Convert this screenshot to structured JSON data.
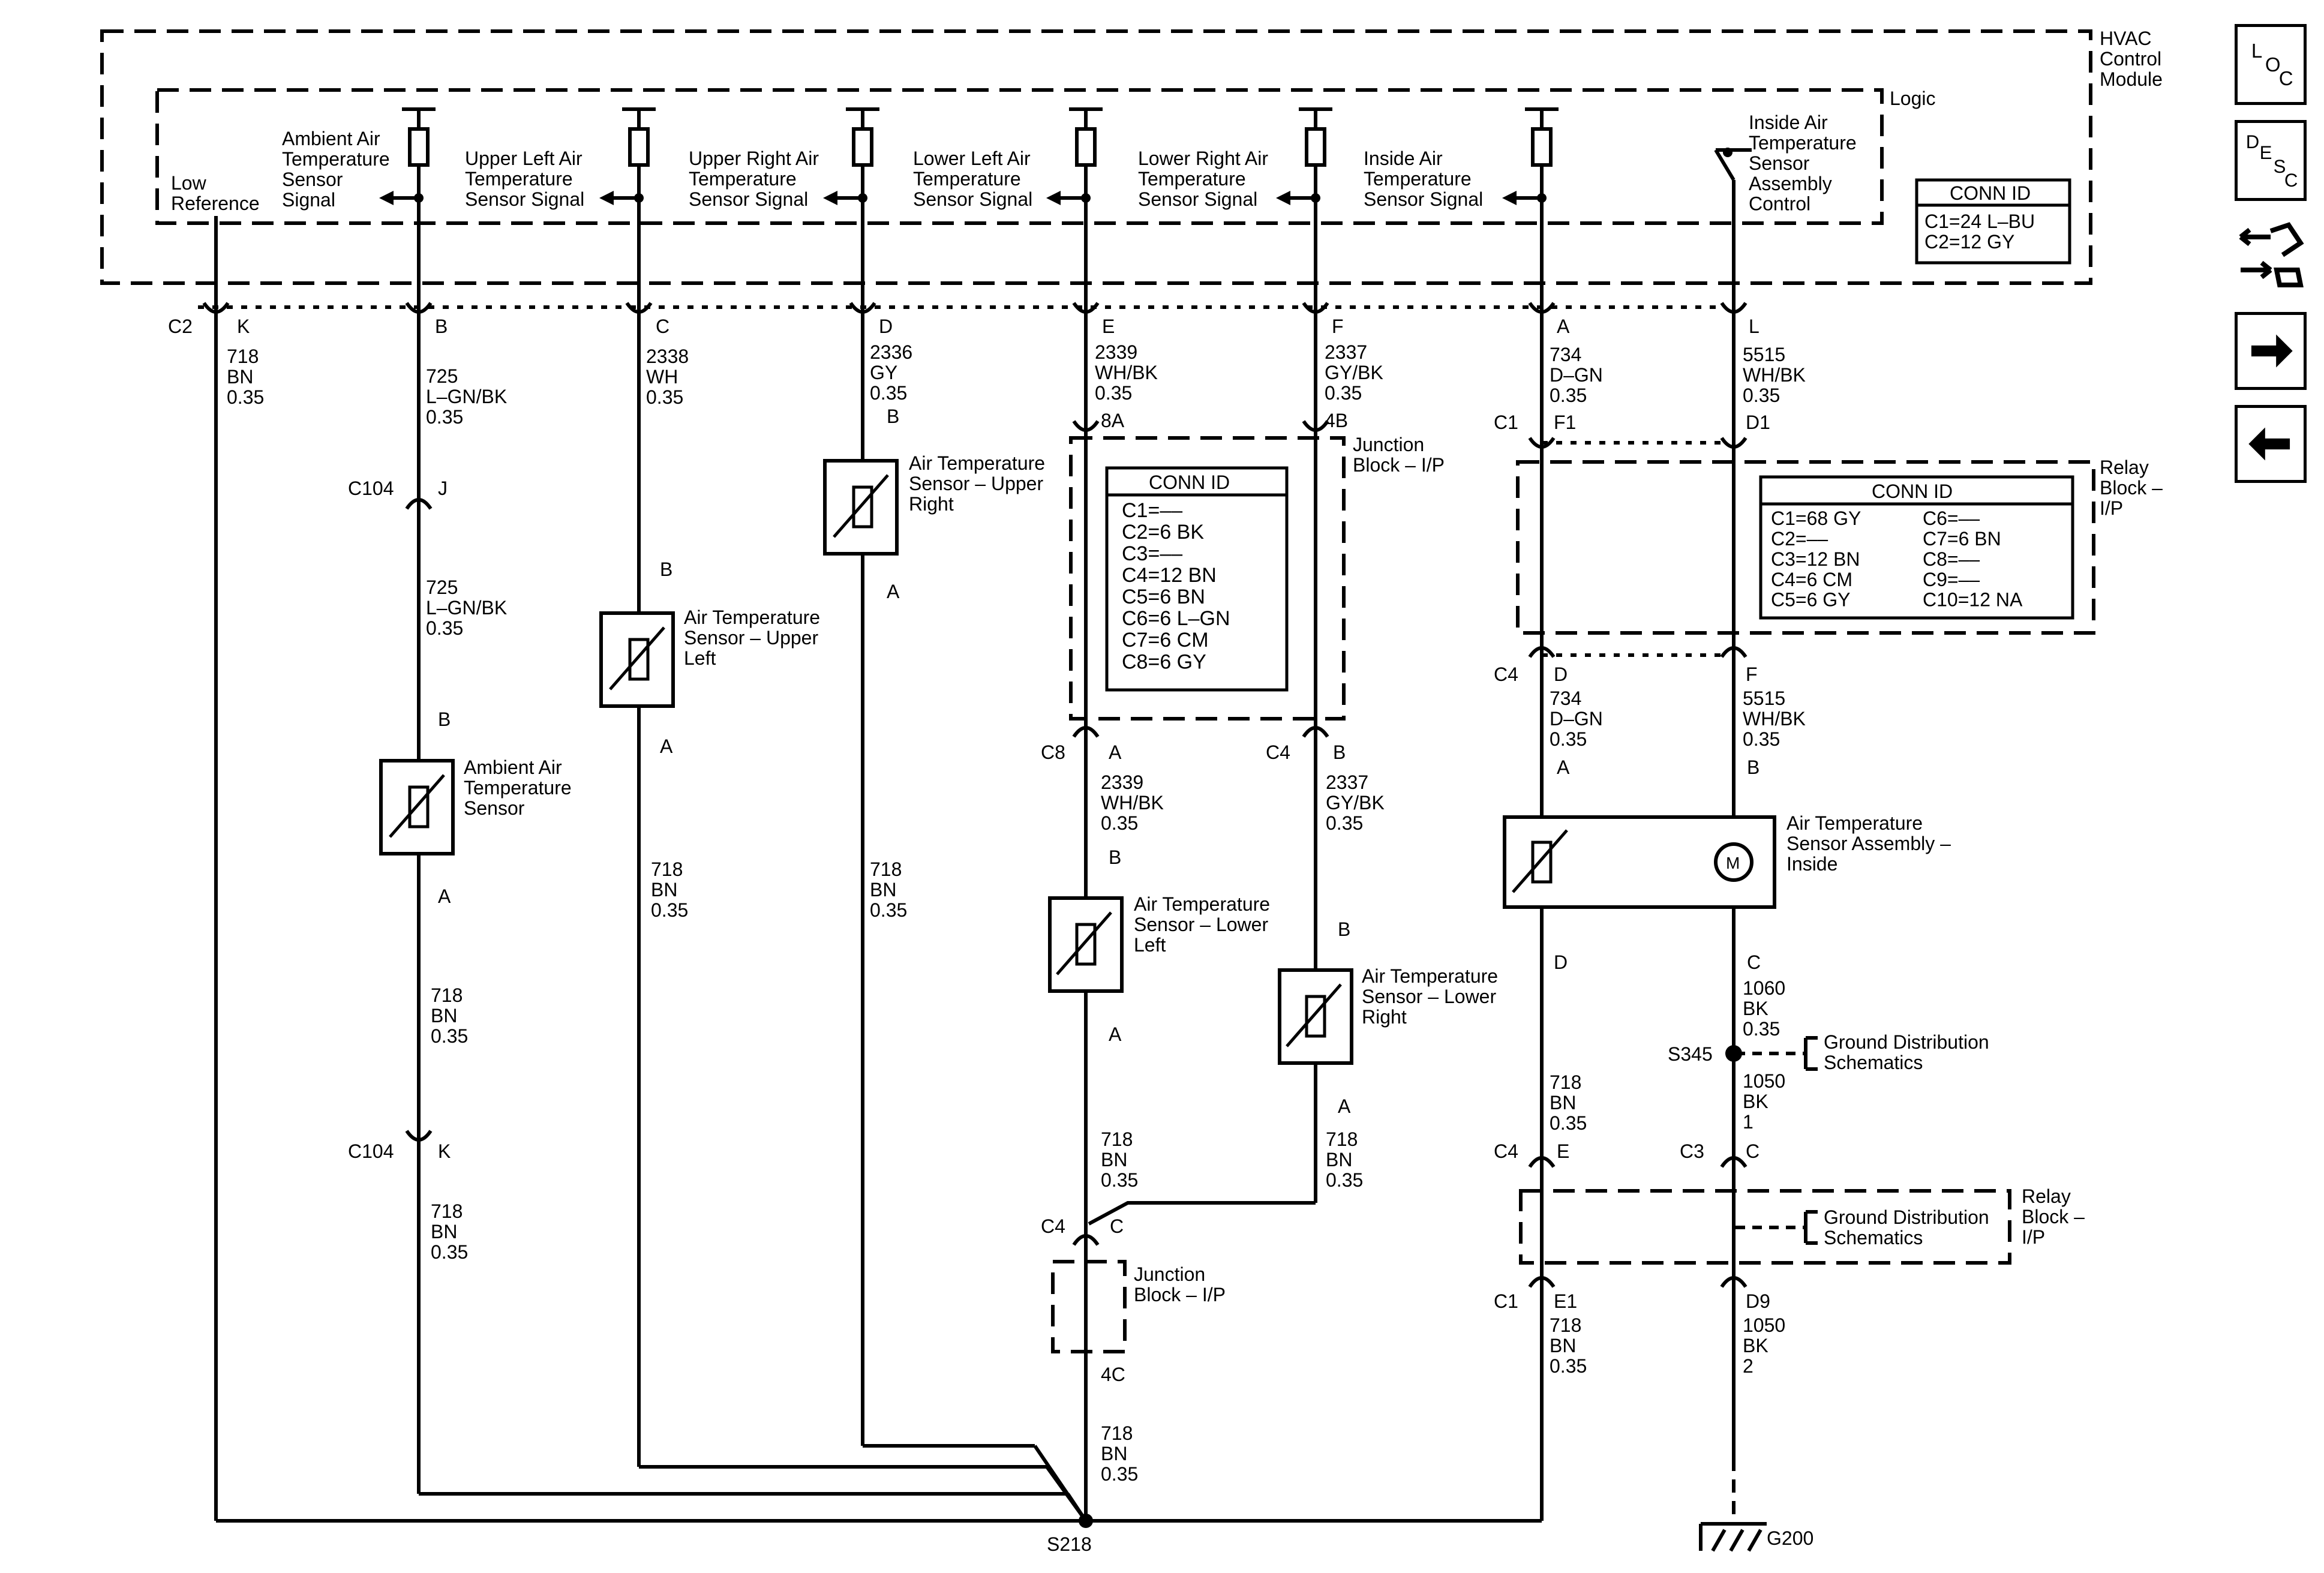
{
  "module": {
    "name": [
      "HVAC",
      "Control",
      "Module"
    ],
    "logic": "Logic"
  },
  "signals": {
    "low_ref": [
      "Low",
      "Reference"
    ],
    "ambient": [
      "Ambient Air",
      "Temperature",
      "Sensor",
      "Signal"
    ],
    "upper_left": [
      "Upper Left Air",
      "Temperature",
      "Sensor Signal"
    ],
    "upper_right": [
      "Upper Right Air",
      "Temperature",
      "Sensor Signal"
    ],
    "lower_left": [
      "Lower Left Air",
      "Temperature",
      "Sensor Signal"
    ],
    "lower_right": [
      "Lower Right Air",
      "Temperature",
      "Sensor Signal"
    ],
    "inside": [
      "Inside Air",
      "Temperature",
      "Sensor Signal"
    ],
    "inside_ctrl": [
      "Inside Air",
      "Temperature",
      "Sensor",
      "Assembly",
      "Control"
    ]
  },
  "module_conn": {
    "title": "CONN ID",
    "rows": [
      "C1=24 L–BU",
      "C2=12 GY"
    ]
  },
  "junction_conn": {
    "title": "CONN ID",
    "rows": [
      "C1=––",
      "C2=6 BK",
      "C3=––",
      "C4=12 BN",
      "C5=6 BN",
      "C6=6 L–GN",
      "C7=6 CM",
      "C8=6 GY"
    ]
  },
  "relay_conn": {
    "title": "CONN ID",
    "left": [
      "C1=68 GY",
      "C2=––",
      "C3=12 BN",
      "C4=6 CM",
      "C5=6 GY"
    ],
    "right": [
      "C6=––",
      "C7=6 BN",
      "C8=––",
      "C9=––",
      "C10=12 NA"
    ]
  },
  "labels": {
    "c2": "C2",
    "c1": "C1",
    "c104": "C104",
    "c4": "C4",
    "c8": "C8",
    "c3": "C3",
    "pin_k": "K",
    "pin_b": "B",
    "pin_c": "C",
    "pin_d": "D",
    "pin_e": "E",
    "pin_f": "F",
    "pin_a": "A",
    "pin_l": "L",
    "pin_j": "J",
    "pin_f1": "F1",
    "pin_d1": "D1",
    "pin_8a": "8A",
    "pin_4b": "4B",
    "pin_4c": "4C",
    "pin_e1": "E1",
    "pin_d9": "D9",
    "s218": "S218",
    "s345": "S345",
    "g200": "G200",
    "junction_block": [
      "Junction",
      "Block – I/P"
    ],
    "relay_block": [
      "Relay",
      "Block –",
      "I/P"
    ],
    "ground_dist": [
      "Ground Distribution",
      "Schematics"
    ]
  },
  "wires": {
    "w718": [
      "718",
      "BN",
      "0.35"
    ],
    "w725": [
      "725",
      "L–GN/BK",
      "0.35"
    ],
    "w2338": [
      "2338",
      "WH",
      "0.35"
    ],
    "w2336": [
      "2336",
      "GY",
      "0.35"
    ],
    "w2339": [
      "2339",
      "WH/BK",
      "0.35"
    ],
    "w2337": [
      "2337",
      "GY/BK",
      "0.35"
    ],
    "w734": [
      "734",
      "D–GN",
      "0.35"
    ],
    "w5515": [
      "5515",
      "WH/BK",
      "0.35"
    ],
    "w1060": [
      "1060",
      "BK",
      "0.35"
    ],
    "w1050a": [
      "1050",
      "BK",
      "1"
    ],
    "w1050b": [
      "1050",
      "BK",
      "2"
    ]
  },
  "sensors": {
    "ambient": [
      "Ambient Air",
      "Temperature",
      "Sensor"
    ],
    "upper_left": [
      "Air Temperature",
      "Sensor – Upper",
      "Left"
    ],
    "upper_right": [
      "Air Temperature",
      "Sensor – Upper",
      "Right"
    ],
    "lower_left": [
      "Air Temperature",
      "Sensor – Lower",
      "Left"
    ],
    "lower_right": [
      "Air Temperature",
      "Sensor – Lower",
      "Right"
    ],
    "inside": [
      "Air Temperature",
      "Sensor Assembly –",
      "Inside"
    ],
    "motor": "M"
  },
  "side_buttons": {
    "loc": {
      "L": "L",
      "O": "O",
      "C": "C"
    },
    "desc": {
      "D": "D",
      "E": "E",
      "S": "S",
      "C": "C"
    }
  }
}
